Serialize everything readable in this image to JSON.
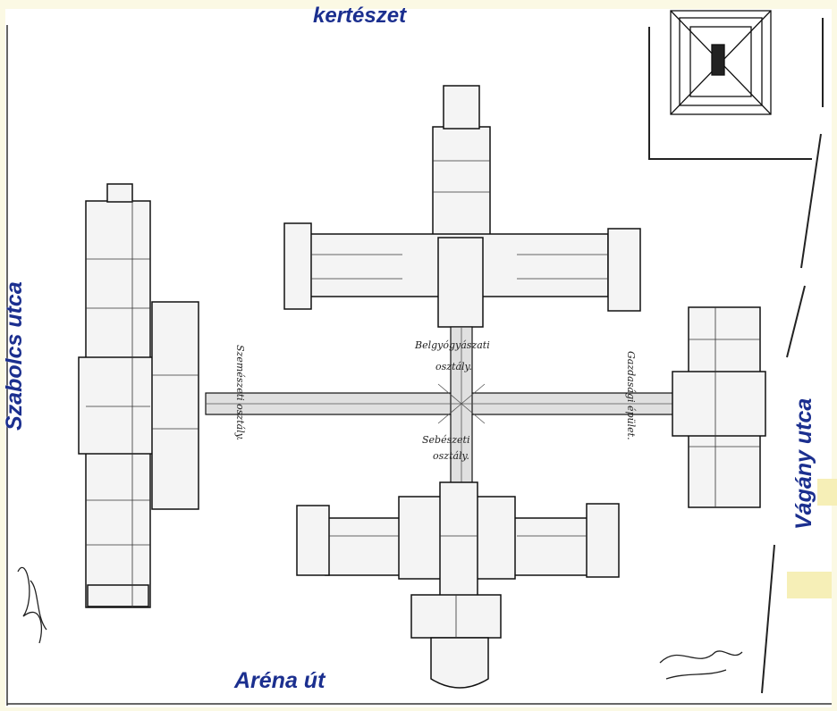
{
  "streets": {
    "top": "kertészet",
    "bottom": "Aréna út",
    "left": "Szabolcs utca",
    "right": "Vágány utca"
  },
  "plan_labels": {
    "center_wing": "Belgyógyászati",
    "center_wing_2": "osztály.",
    "lower_wing": "Sebészeti",
    "lower_wing_2": "osztály.",
    "left_connector": "Szemészeti osztály.",
    "right_connector": "Gazdasági épület."
  },
  "colors": {
    "background": "#fbf9e4",
    "street_text": "#1b2f8f",
    "ink": "#1a1a1a"
  }
}
